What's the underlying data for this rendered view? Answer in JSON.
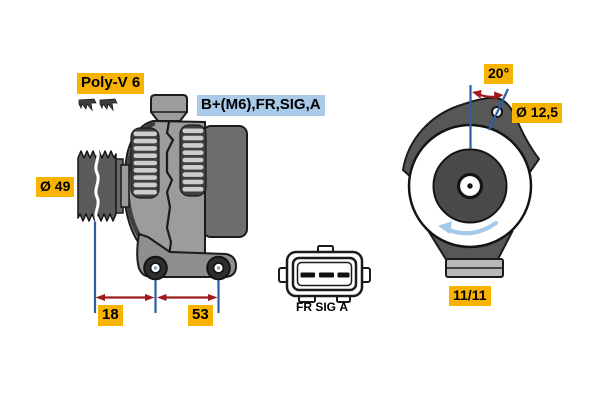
{
  "side_view": {
    "belt_label": "Poly-V 6",
    "terminals_label": "B+(M6),FR,SIG,A",
    "pulley_diameter": "Ø 49",
    "dimension_pulley_to_foot": "18",
    "dimension_foot_spacing": "53"
  },
  "front_view": {
    "lug_angle": "20°",
    "lug_hole_diameter": "Ø 12,5",
    "clock_position": "11/11"
  },
  "connector": {
    "pins": [
      "FR",
      "SIG",
      "A"
    ]
  },
  "colors": {
    "label_yellow": "#F8B200",
    "label_blue": "#A9CAE8",
    "dimension_red": "#9E1B1E",
    "dimension_blue": "#2A5FA5",
    "rotation_arrow_blue": "#A5C9E9",
    "body_gray": "#9C9C9C",
    "rear_housing_gray": "#6E6E6E",
    "pulley_gray": "#5A5A5A"
  }
}
